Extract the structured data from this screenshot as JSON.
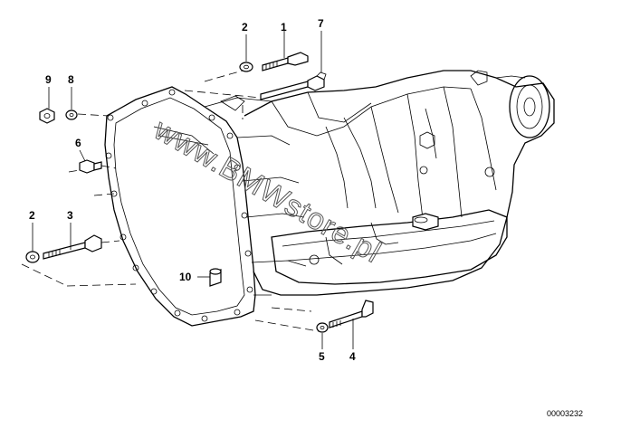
{
  "diagram": {
    "callouts": [
      {
        "id": "c1",
        "label": "1"
      },
      {
        "id": "c2a",
        "label": "2"
      },
      {
        "id": "c7",
        "label": "7"
      },
      {
        "id": "c9",
        "label": "9"
      },
      {
        "id": "c8",
        "label": "8"
      },
      {
        "id": "c6",
        "label": "6"
      },
      {
        "id": "c2b",
        "label": "2"
      },
      {
        "id": "c3",
        "label": "3"
      },
      {
        "id": "c10",
        "label": "10"
      },
      {
        "id": "c5",
        "label": "5"
      },
      {
        "id": "c4",
        "label": "4"
      }
    ],
    "watermark": "www.BMWstore.pl",
    "drawing_number": "00003232"
  }
}
